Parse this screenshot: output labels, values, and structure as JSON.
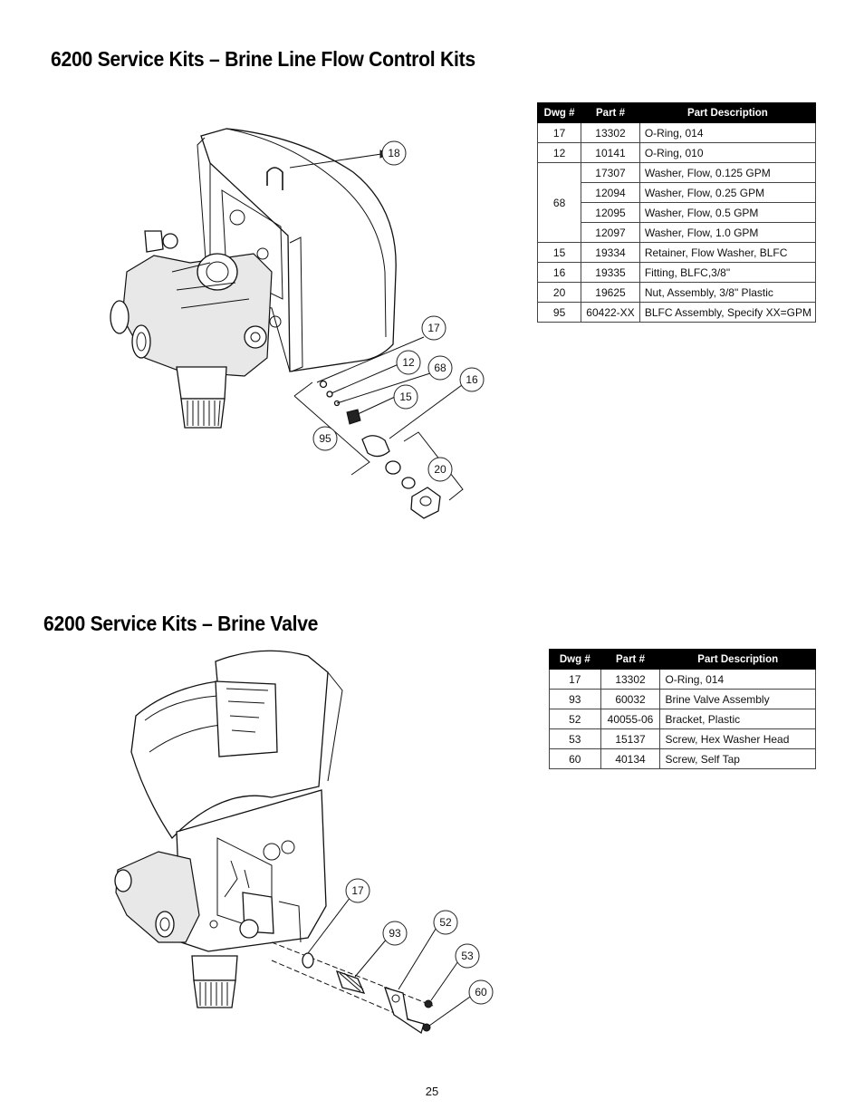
{
  "section1": {
    "title": "6200 Service Kits – Brine Line Flow Control Kits",
    "table": {
      "headers": [
        "Dwg #",
        "Part #",
        "Part Description"
      ],
      "rows": [
        {
          "dwg": "17",
          "part": "13302",
          "desc": "O-Ring, 014"
        },
        {
          "dwg": "12",
          "part": "10141",
          "desc": "O-Ring, 010"
        },
        {
          "dwg": "68",
          "part": "17307",
          "desc": "Washer, Flow, 0.125 GPM"
        },
        {
          "dwg": "",
          "part": "12094",
          "desc": "Washer, Flow, 0.25 GPM"
        },
        {
          "dwg": "",
          "part": "12095",
          "desc": "Washer, Flow, 0.5 GPM"
        },
        {
          "dwg": "",
          "part": "12097",
          "desc": "Washer, Flow, 1.0 GPM"
        },
        {
          "dwg": "15",
          "part": "19334",
          "desc": "Retainer, Flow Washer, BLFC"
        },
        {
          "dwg": "16",
          "part": "19335",
          "desc": "Fitting, BLFC,3/8\""
        },
        {
          "dwg": "20",
          "part": "19625",
          "desc": "Nut, Assembly, 3/8\" Plastic"
        },
        {
          "dwg": "95",
          "part": "60422-XX",
          "desc": "BLFC Assembly, Specify XX=GPM"
        }
      ]
    },
    "callouts": [
      "18",
      "17",
      "12",
      "68",
      "16",
      "15",
      "95",
      "20"
    ]
  },
  "section2": {
    "title": "6200 Service Kits – Brine Valve",
    "table": {
      "headers": [
        "Dwg #",
        "Part #",
        "Part Description"
      ],
      "rows": [
        {
          "dwg": "17",
          "part": "13302",
          "desc": "O-Ring, 014"
        },
        {
          "dwg": "93",
          "part": "60032",
          "desc": "Brine Valve Assembly"
        },
        {
          "dwg": "52",
          "part": "40055-06",
          "desc": "Bracket, Plastic"
        },
        {
          "dwg": "53",
          "part": "15137",
          "desc": "Screw, Hex Washer Head"
        },
        {
          "dwg": "60",
          "part": "40134",
          "desc": "Screw, Self Tap"
        }
      ]
    },
    "callouts": [
      "17",
      "93",
      "52",
      "53",
      "60"
    ]
  },
  "page_number": "25"
}
